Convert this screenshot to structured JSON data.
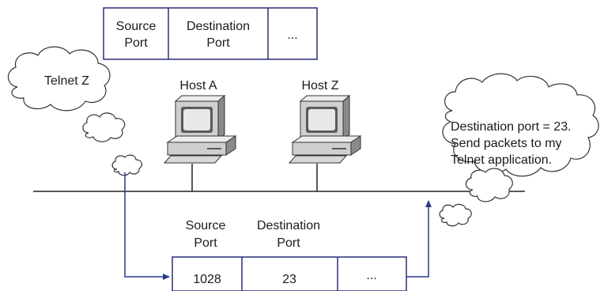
{
  "top_header": {
    "cells": [
      {
        "line1": "Source",
        "line2": "Port"
      },
      {
        "line1": "Destination",
        "line2": "Port"
      },
      {
        "line1": "..."
      }
    ]
  },
  "hosts": {
    "a_label": "Host A",
    "z_label": "Host Z"
  },
  "clouds": {
    "telnet_label": "Telnet Z",
    "speech_line1": "Destination port = 23.",
    "speech_line2": "Send packets to my",
    "speech_line3": "Telnet application."
  },
  "packet": {
    "header_labels": [
      {
        "line1": "Source",
        "line2": "Port"
      },
      {
        "line1": "Destination",
        "line2": "Port"
      }
    ],
    "values": [
      "1028",
      "23",
      "..."
    ]
  },
  "colors": {
    "box_border": "#2a2f7a",
    "arrow": "#2a3a8c",
    "monitor_beige": "#d4d4d4",
    "monitor_dark": "#5a5a5a",
    "screen": "#e8e8e8"
  }
}
